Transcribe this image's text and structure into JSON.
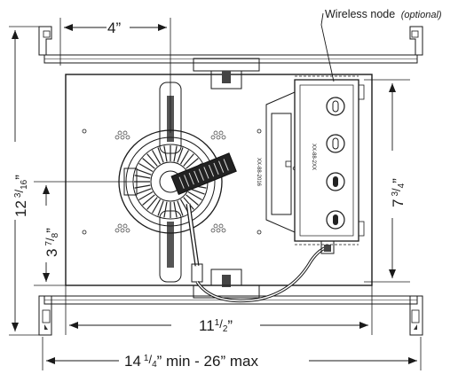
{
  "dimensions": {
    "top_width": "4”",
    "plate_width": "11",
    "plate_width_num": "1",
    "plate_width_den": "2",
    "plate_width_suffix": "”",
    "overall_prefix": "14",
    "overall_num": "1",
    "overall_den": "4",
    "overall_suffix": "” min - 26” max",
    "height_whole": "12",
    "height_num": "3",
    "height_den": "16",
    "height_suffix": "”",
    "box_whole": "7",
    "box_num": "3",
    "box_den": "4",
    "box_suffix": "”",
    "center_whole": "3",
    "center_num": "7",
    "center_den": "8",
    "center_suffix": "”"
  },
  "callout": {
    "label": "Wireless node",
    "optional": "(optional)"
  },
  "box_labels": {
    "left": "XX-88-2016",
    "right": "XX-88-2XX"
  }
}
